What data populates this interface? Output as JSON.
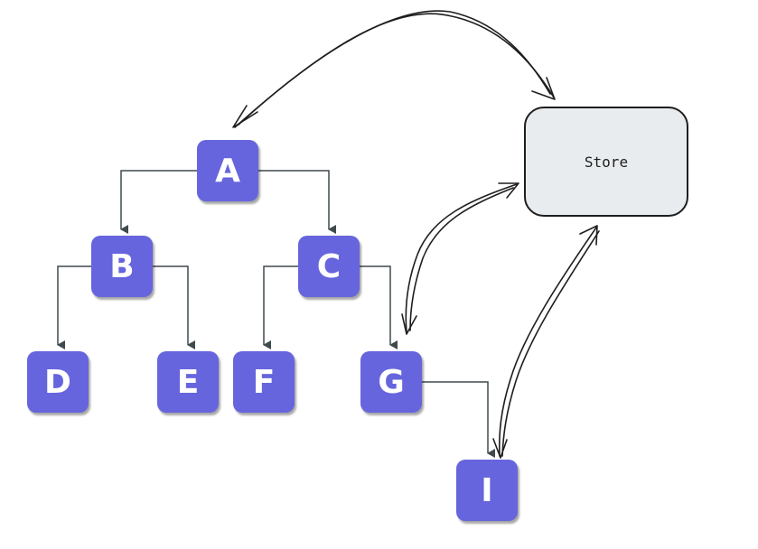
{
  "diagram": {
    "store": {
      "label": "Store"
    },
    "nodes": {
      "A": "A",
      "B": "B",
      "C": "C",
      "D": "D",
      "E": "E",
      "F": "F",
      "G": "G",
      "I": "I"
    },
    "colors": {
      "node_fill": "#6665dd",
      "edge": "#3f4a4f",
      "store_fill": "#e9ecef",
      "store_border": "#1e1e1e",
      "sketch_arrow": "#1e1e1e"
    }
  }
}
